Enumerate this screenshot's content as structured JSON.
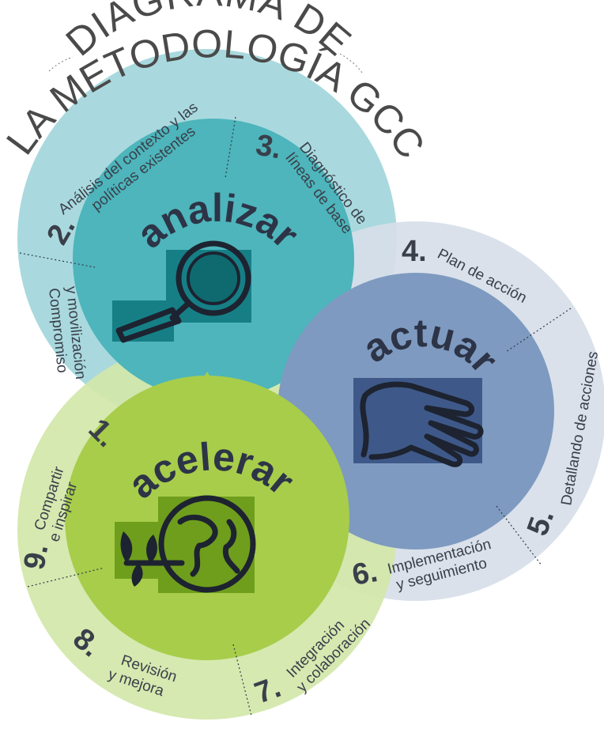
{
  "title": {
    "line1": "DIAGRAMA DE",
    "line2": "LA METODOLOGÍA GCC"
  },
  "cores": {
    "analizar": "analizar",
    "actuar": "actuar",
    "acelerar": "acelerar"
  },
  "steps": [
    {
      "num": "1.",
      "text": [
        "Compromiso",
        "y movilización"
      ]
    },
    {
      "num": "2.",
      "text": [
        "Análisis del contexto y las",
        "políticas existentes"
      ]
    },
    {
      "num": "3.",
      "text": [
        "Diagnóstico de",
        "líneas de base"
      ]
    },
    {
      "num": "4.",
      "text": [
        "Plan de acción"
      ]
    },
    {
      "num": "5.",
      "text": [
        "Detallando de acciones"
      ]
    },
    {
      "num": "6.",
      "text": [
        "Implementación",
        "y seguimiento"
      ]
    },
    {
      "num": "7.",
      "text": [
        "Integración",
        "y colaboración"
      ]
    },
    {
      "num": "8.",
      "text": [
        "Revisión",
        "y mejora"
      ]
    },
    {
      "num": "9.",
      "text": [
        "Compartir",
        "e inspirar"
      ]
    }
  ],
  "icons": [
    "magnifier-icon",
    "hand-icon",
    "globe-leaf-icon"
  ],
  "colors": {
    "analizar_ring": "#a9d9de",
    "analizar_core": "#4db5bb",
    "actuar_ring": "#d7dee9",
    "actuar_core": "#7e9ac0",
    "acelerar_ring": "#d3e7a9",
    "acelerar_core": "#a7cd4b",
    "text": "#3a3f4a"
  }
}
